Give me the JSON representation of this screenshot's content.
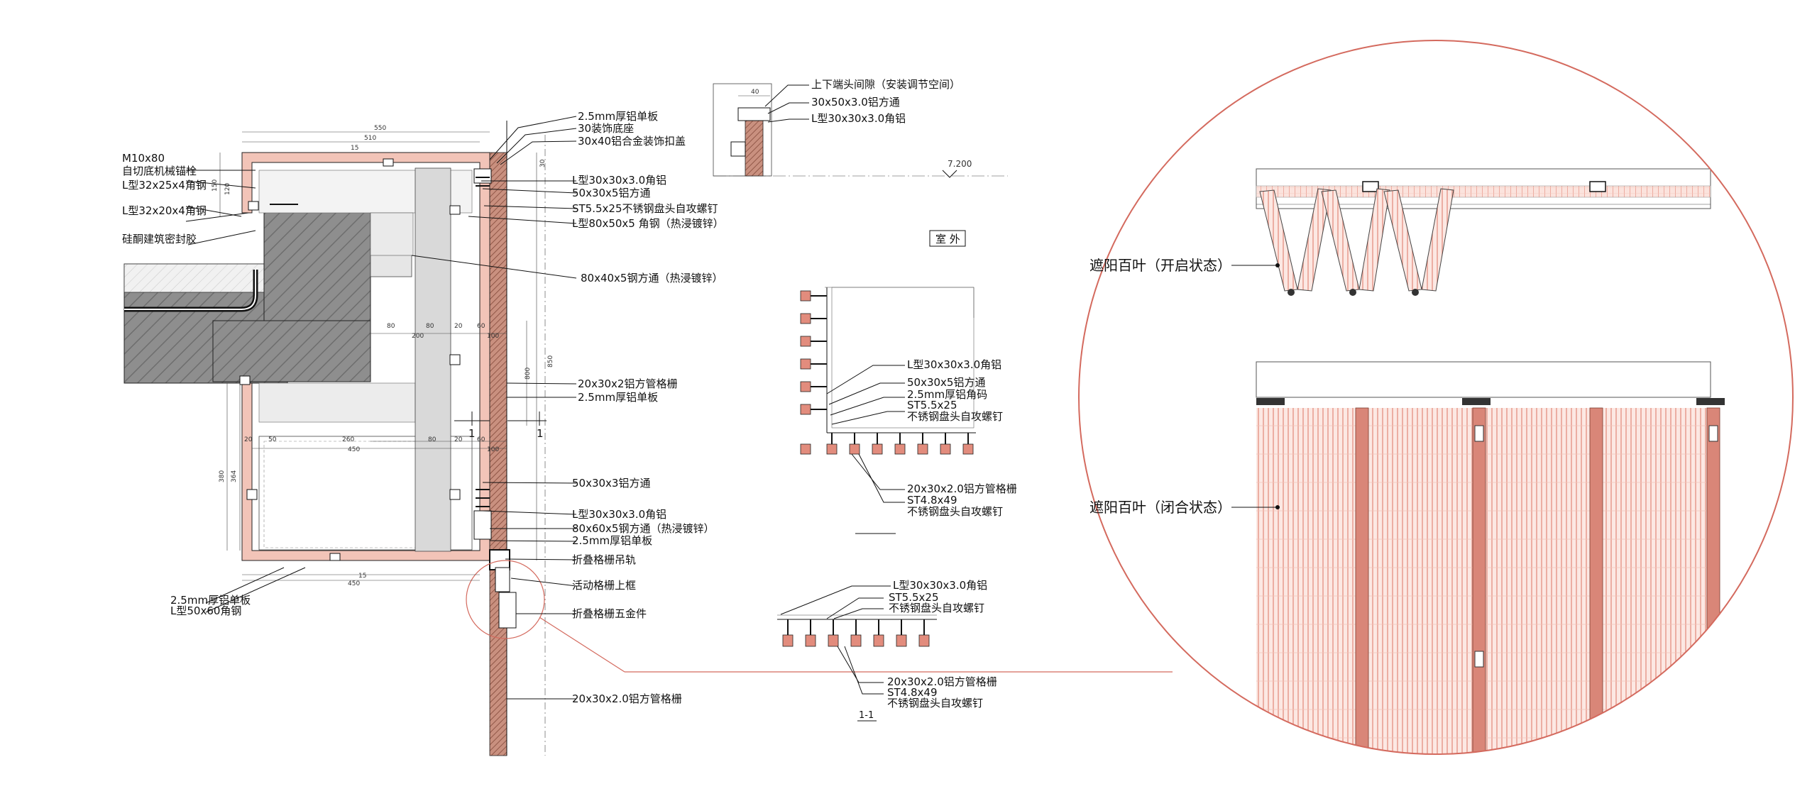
{
  "labels_top": {
    "al_panel": "2.5mm厚铝单板",
    "trim_base": "30装饰底座",
    "trim_cover": "30x40铝合金装饰扣盖",
    "gap_note": "上下端头间隙（安装调节空间）",
    "tube_30x50": "30x50x3.0铝方通",
    "angle_30_a": "L型30x30x3.0角铝"
  },
  "labels_left": {
    "anchor_a": "M10x80",
    "anchor_b": "自切底机械锚栓",
    "angle_32x25": "L型32x25x4角钢",
    "angle_32x20": "L型32x20x4角钢",
    "sealant": "硅酮建筑密封胶",
    "panel_bottom": "2.5mm厚铝单板",
    "angle_50x60": "L型50x60角钢"
  },
  "labels_mid": {
    "angle_30_b": "L型30x30x3.0角铝",
    "tube_50x30": "50x30x5铝方通",
    "screw_st55": "ST5.5x25不锈钢盘头自攻螺钉",
    "angle_80": "L型80x50x5 角钢（热浸镀锌）",
    "steel_80x40": "80x40x5钢方通（热浸镀锌）",
    "grille_20x30": "20x30x2铝方管格栅",
    "panel_mid": "2.5mm厚铝单板",
    "tube_50x30x3": "50x30x3铝方通",
    "angle_30_c": "L型30x30x3.0角铝",
    "steel_80x60": "80x60x5钢方通（热浸镀锌）",
    "panel_low": "2.5mm厚铝单板",
    "track": "折叠格栅吊轨",
    "frame": "活动格栅上框",
    "hardware": "折叠格栅五金件",
    "grille_bottom": "20x30x2.0铝方管格栅"
  },
  "labels_plan": {
    "outdoor": "室 外",
    "level": "7.200",
    "p_angle": "L型30x30x3.0角铝",
    "p_tube": "50x30x5铝方通",
    "p_code": "2.5mm厚铝角码",
    "p_st": "ST5.5x25",
    "p_screw": "不锈钢盘头自攻螺钉",
    "p_grille": "20x30x2.0铝方管格栅",
    "p_st48": "ST4.8x49",
    "p_screw2": "不锈钢盘头自攻螺钉"
  },
  "labels_section": {
    "s_angle": "L型30x30x3.0角铝",
    "s_st": "ST5.5x25",
    "s_screw": "不锈钢盘头自攻螺钉",
    "s_grille": "20x30x2.0铝方管格栅",
    "s_st48": "ST4.8x49",
    "s_screw2": "不锈钢盘头自攻螺钉",
    "s_title": "1-1"
  },
  "labels_circle": {
    "open": "遮阳百叶（开启状态）",
    "closed": "遮阳百叶（闭合状态）"
  },
  "dims": {
    "d550": "550",
    "d510": "510",
    "d15a": "15",
    "d80a": "80",
    "d80b": "80",
    "d20a": "20",
    "d60a": "60",
    "d200": "200",
    "d100a": "100",
    "d20b": "20",
    "d50": "50",
    "d260": "260",
    "d80c": "80",
    "d20c": "20",
    "d60b": "60",
    "d450a": "450",
    "d100b": "100",
    "d450b": "450",
    "d15b": "15",
    "d850": "850",
    "d800": "800",
    "d380": "380",
    "d364": "364",
    "d150": "150",
    "d120": "120",
    "d40": "40",
    "d30": "30",
    "sec1a": "1",
    "sec1b": "1"
  },
  "colors": {
    "accent": "#d46a5e",
    "panel_fill": "#f2c4b8",
    "concrete": "#8c8c8c",
    "grid_pink": "#f4b6aa",
    "slat": "#e28c7d"
  }
}
